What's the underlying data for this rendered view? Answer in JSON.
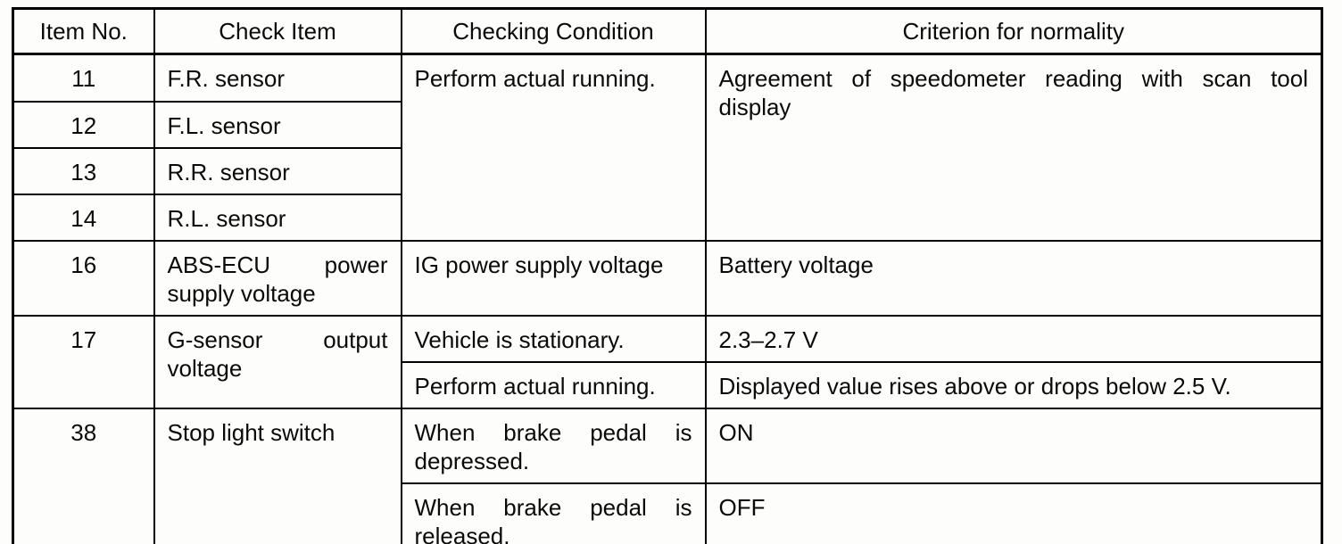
{
  "table": {
    "header": {
      "item_no": "Item No.",
      "check_item": "Check Item",
      "checking_condition": "Checking Condition",
      "criterion": "Criterion for normality"
    },
    "rows": {
      "r11": {
        "item_no": "11",
        "check_item": "F.R. sensor"
      },
      "r12": {
        "item_no": "12",
        "check_item": "F.L. sensor"
      },
      "r13": {
        "item_no": "13",
        "check_item": "R.R. sensor"
      },
      "r14": {
        "item_no": "14",
        "check_item": "R.L. sensor"
      },
      "sensors_condition": "Perform actual running.",
      "sensors_criterion": "Agreement of speedometer reading with scan tool display",
      "r16": {
        "item_no": "16",
        "check_item": "ABS-ECU power supply voltage",
        "condition": "IG power supply voltage",
        "criterion": "Battery voltage"
      },
      "r17": {
        "item_no": "17",
        "check_item": "G-sensor output voltage",
        "sub": [
          {
            "condition": "Vehicle is stationary.",
            "criterion": "2.3–2.7 V"
          },
          {
            "condition": "Perform actual running.",
            "criterion": "Displayed value rises above or drops below 2.5 V."
          }
        ]
      },
      "r38": {
        "item_no": "38",
        "check_item": "Stop light switch",
        "sub": [
          {
            "condition": "When brake pedal is depressed.",
            "criterion": "ON"
          },
          {
            "condition": "When brake pedal is released.",
            "criterion": "OFF"
          }
        ]
      }
    }
  }
}
